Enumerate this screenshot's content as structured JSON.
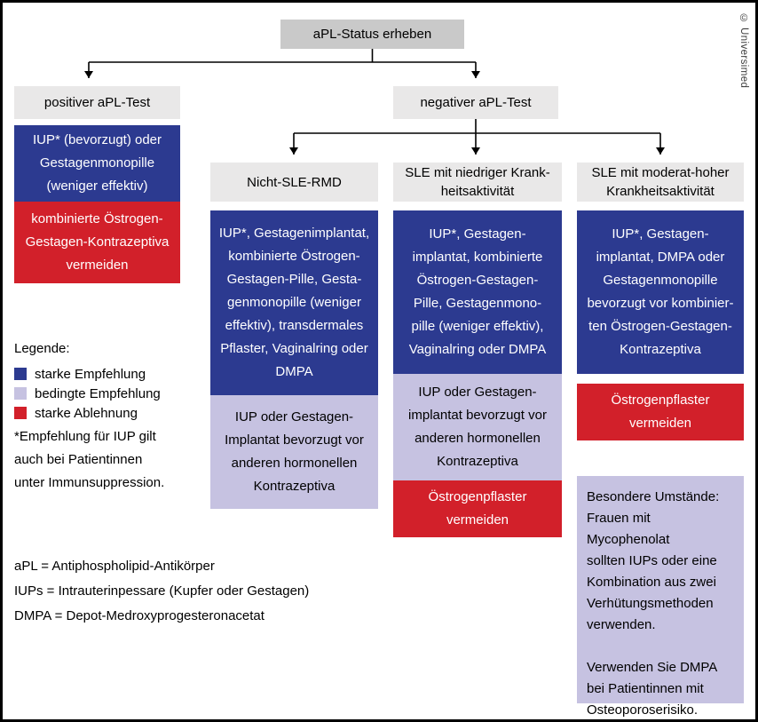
{
  "colors": {
    "strong_recommendation_blue": "#2c3a90",
    "conditional_recommendation_lavender": "#c6c2e1",
    "strong_rejection_red": "#d2202a",
    "header_gray": "#e9e8e8",
    "root_gray": "#c9c9c9"
  },
  "flowchart": {
    "root": "aPL-Status erheben",
    "positive_branch": {
      "header": "positiver aPL-Test",
      "strong": "IUP* (bevorzugt) oder\nGestagenmonopille\n(weniger effektiv)",
      "avoid": "kombinierte Östrogen-\nGestagen-Kontrazeptiva\nvermeiden"
    },
    "negative_branch": {
      "header": "negativer aPL-Test",
      "columns": [
        {
          "header": "Nicht-SLE-RMD",
          "strong": "IUP*, Gestagenimplantat,\nkombinierte Östrogen-\nGestagen-Pille, Gesta-\ngenmonopille (weniger\neffektiv), transdermales\nPflaster, Vaginalring oder\nDMPA",
          "conditional": "IUP oder Gestagen-\nImplantat bevorzugt vor\nanderen hormonellen\nKontrazeptiva"
        },
        {
          "header": "SLE mit niedriger Krank-\nheitsaktivität",
          "strong": "IUP*, Gestagen-\nimplantat, kombinierte\nÖstrogen-Gestagen-\nPille, Gestagenmono-\npille (weniger effektiv),\nVaginalring oder DMPA",
          "conditional": "IUP oder Gestagen-\nimplantat bevorzugt vor\nanderen hormonellen\nKontrazeptiva",
          "avoid": "Östrogenpflaster\nvermeiden"
        },
        {
          "header": "SLE mit moderat-hoher\nKrankheitsaktivität",
          "strong": "IUP*, Gestagen-\nimplantat, DMPA oder\nGestagenmonopille\nbevorzugt vor kombinier-\nten Östrogen-Gestagen-\nKontrazeptiva",
          "avoid": "Östrogenpflaster\nvermeiden"
        }
      ]
    },
    "special_circumstances": "Besondere Umstände:\nFrauen mit Mycophenolat\nsollten IUPs oder eine\nKombination aus zwei\nVerhütungsmethoden\nverwenden.\n\nVerwenden Sie DMPA\nbei Patientinnen mit\nOsteoporoserisiko."
  },
  "legend": {
    "title": "Legende:",
    "items": [
      {
        "label": "starke Empfehlung",
        "color": "#2c3a90"
      },
      {
        "label": "bedingte Empfehlung",
        "color": "#c6c2e1"
      },
      {
        "label": "starke Ablehnung",
        "color": "#d2202a"
      }
    ]
  },
  "footnote": "*Empfehlung für IUP gilt\nauch bei Patientinnen\nunter Immunsuppression.",
  "abbreviations": [
    "aPL = Antiphospholipid-Antikörper",
    "IUPs = Intrauterinpessare (Kupfer oder Gestagen)",
    "DMPA = Depot-Medroxyprogesteronacetat"
  ],
  "copyright": "© Universimed"
}
